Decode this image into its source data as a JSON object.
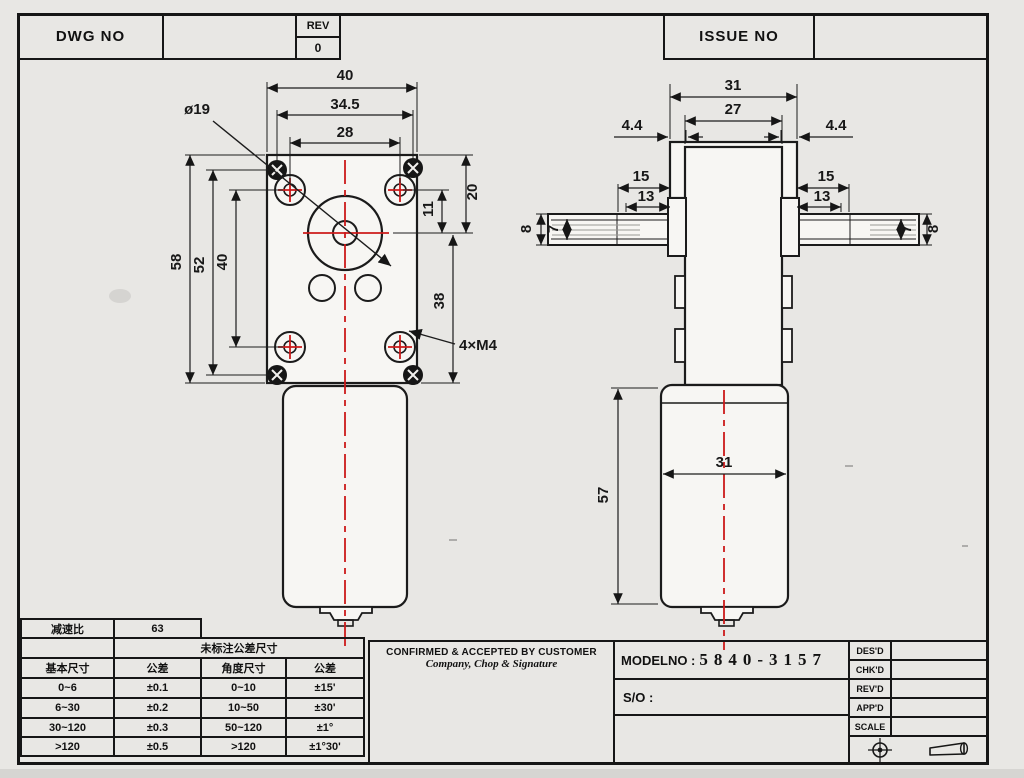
{
  "header": {
    "dwg_no": "DWG NO",
    "rev_label": "REV",
    "rev_value": "0",
    "issue_no": "ISSUE NO"
  },
  "front_view": {
    "dim_width_top": "40",
    "dim_screw_span": "34.5",
    "dim_hole_span": "28",
    "dim_center_dia": "ø19",
    "dim_height": "58",
    "dim_screw_span_v": "52",
    "dim_hole_span_v": "40",
    "dim_top_to_center": "20",
    "dim_hole_to_center": "11",
    "dim_center_to_bottom": "38",
    "note_thread": "4×M4"
  },
  "side_view": {
    "dim_cap_width": "31",
    "dim_body_width": "27",
    "dim_overhang_left": "4.4",
    "dim_overhang_right": "4.4",
    "dim_shaft15_left": "15",
    "dim_shaft13_left": "13",
    "dim_shaft15_right": "15",
    "dim_shaft13_right": "13",
    "dim_shaft8_left": "8",
    "dim_shaft7_left": "7",
    "dim_shaft7_right": "7",
    "dim_shaft8_right": "8",
    "dim_motor_width": "31",
    "dim_motor_height": "57"
  },
  "footer": {
    "ratio_label": "减速比",
    "ratio_value": "63",
    "tolerance": {
      "title": "未标注公差尺寸",
      "headers": [
        "基本尺寸",
        "公差",
        "角度尺寸",
        "公差"
      ],
      "rows": [
        [
          "0~6",
          "±0.1",
          "0~10",
          "±15'"
        ],
        [
          "6~30",
          "±0.2",
          "10~50",
          "±30'"
        ],
        [
          "30~120",
          "±0.3",
          "50~120",
          "±1°"
        ],
        [
          ">120",
          "±0.5",
          ">120",
          "±1°30'"
        ]
      ]
    },
    "confirm": {
      "line1": "CONFIRMED & ACCEPTED BY CUSTOMER",
      "line2": "Company, Chop & Signature"
    },
    "model": {
      "label": "MODELNO :",
      "value": "5840-3157",
      "so_label": "S/O :"
    },
    "sign_rows": [
      "DES'D",
      "CHK'D",
      "REV'D",
      "APP'D",
      "SCALE"
    ]
  }
}
